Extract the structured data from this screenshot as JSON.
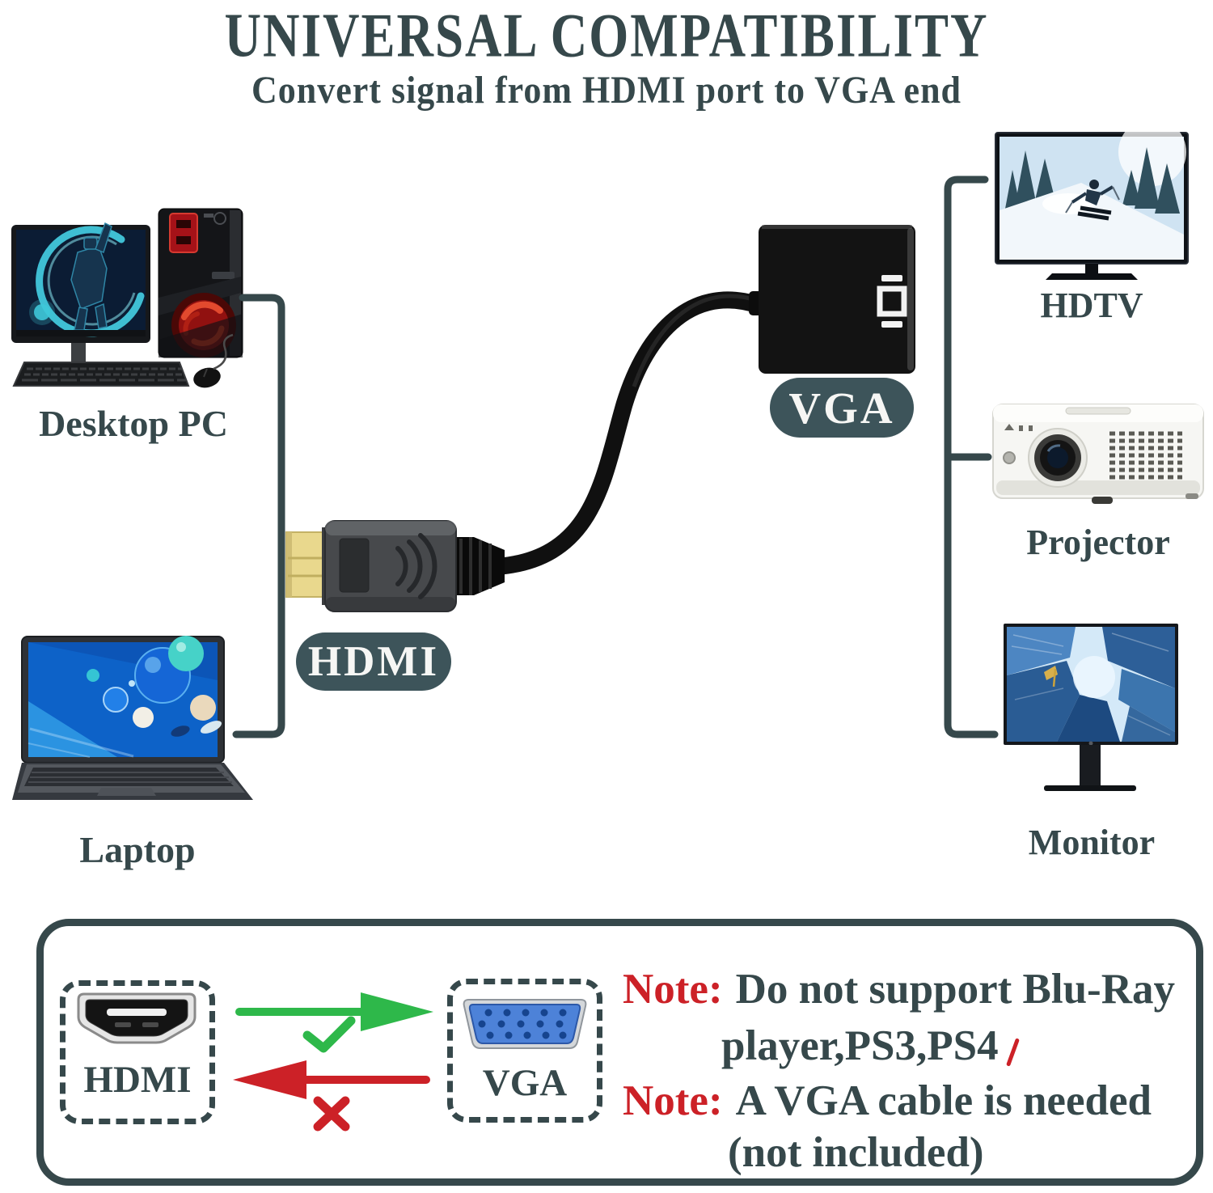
{
  "page": {
    "title": "UNIVERSAL COMPATIBILITY",
    "subtitle": "Convert signal from HDMI port to VGA end"
  },
  "devices": {
    "sources": [
      {
        "label": "Desktop PC"
      },
      {
        "label": "Laptop"
      }
    ],
    "targets": [
      {
        "label": "HDTV"
      },
      {
        "label": "Projector"
      },
      {
        "label": "Monitor"
      }
    ]
  },
  "adapter": {
    "hdmi_tag": "HDMI",
    "vga_tag": "VGA"
  },
  "compat_box": {
    "hdmi_port_label": "HDMI",
    "vga_port_label": "VGA",
    "notes": [
      {
        "prefix": "Note:",
        "line1": "Do not support Blu-Ray",
        "line2": "player,PS3,PS4"
      },
      {
        "prefix": "Note:",
        "line1": "A VGA cable is needed",
        "line2": "(not included)"
      }
    ]
  },
  "icons": {
    "adapter_port": "vga-port-icon",
    "hdmi_port": "hdmi-port-icon",
    "vga_port": "vga-port-icon",
    "supported_direction": "green-arrow-right-icon",
    "supported_mark": "check-icon",
    "unsupported_direction": "red-arrow-left-icon",
    "unsupported_mark": "cross-icon"
  },
  "colors": {
    "text_slate": "#36484b",
    "tag_background": "#3d545a",
    "note_red": "#cc2127",
    "arrow_green": "#2eb84a",
    "vga_blue": "#4d82d8",
    "background": "#ffffff"
  }
}
